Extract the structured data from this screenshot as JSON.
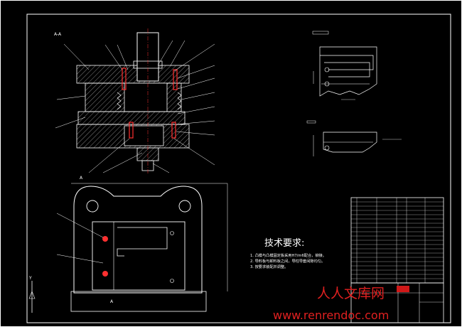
{
  "drawing": {
    "section_label": "A-A",
    "axis_label": "Y",
    "view_labels": [
      "A",
      "A"
    ],
    "tech_requirements": {
      "title": "技术要求:",
      "items": [
        "1. 凸模与凸模固定板采用H7/m6配合，铆接。",
        "2. 导料板与卸料板之间，导柱导套间隙均匀。",
        "3. 按要求装配并调整。"
      ]
    },
    "watermark": {
      "cn": "人人文库网",
      "url": "www.renrendoc.com"
    },
    "colors": {
      "line": "#ffffff",
      "section": "#ff3030",
      "hatch": "#cccccc",
      "accent": "#00ffff",
      "watermark": "#e02020"
    }
  }
}
